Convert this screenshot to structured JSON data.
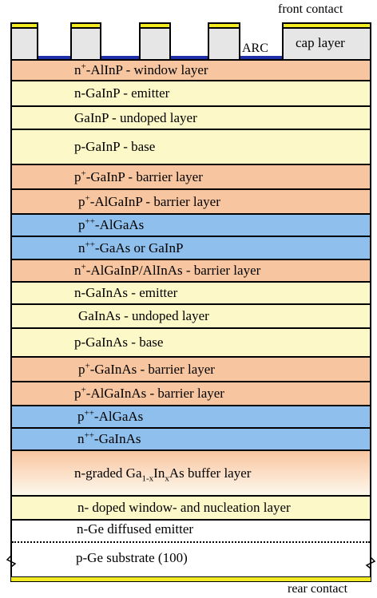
{
  "labels": {
    "front_contact": "front contact",
    "rear_contact": "rear contact",
    "arc": "ARC",
    "cap_layer": "cap layer"
  },
  "layers": [
    {
      "pre": "n",
      "sup": "+",
      "post": "-AlInP - window layer"
    },
    {
      "pre": "n-GaInP - emitter",
      "sup": "",
      "post": ""
    },
    {
      "pre": "GaInP - undoped layer",
      "sup": "",
      "post": ""
    },
    {
      "pre": "p-GaInP - base",
      "sup": "",
      "post": ""
    },
    {
      "pre": "p",
      "sup": "+",
      "post": "-GaInP - barrier layer"
    },
    {
      "pre": "p",
      "sup": "+",
      "post": "-AlGaInP - barrier layer"
    },
    {
      "pre": "p",
      "sup": "++",
      "post": "-AlGaAs"
    },
    {
      "pre": "n",
      "sup": "++",
      "post": "-GaAs or GaInP"
    },
    {
      "pre": "n",
      "sup": "+",
      "post": "-AlGaInP/AlInAs - barrier layer"
    },
    {
      "pre": "n-GaInAs - emitter",
      "sup": "",
      "post": ""
    },
    {
      "pre": "GaInAs - undoped layer",
      "sup": "",
      "post": ""
    },
    {
      "pre": "p-GaInAs - base",
      "sup": "",
      "post": ""
    },
    {
      "pre": "p",
      "sup": "+",
      "post": "-GaInAs - barrier layer"
    },
    {
      "pre": "p",
      "sup": "+",
      "post": "-AlGaInAs - barrier layer"
    },
    {
      "pre": "p",
      "sup": "++",
      "post": "-AlGaAs"
    },
    {
      "pre": "n",
      "sup": "++",
      "post": "-GaInAs"
    },
    {
      "buffer": true,
      "a": "n-graded Ga",
      "s1": "1-x",
      "b": "In",
      "s2": "x",
      "c": "As buffer layer"
    },
    {
      "pre": "n- doped window- and nucleation layer",
      "sup": "",
      "post": ""
    },
    {
      "pre": "n-Ge diffused emitter",
      "sup": "",
      "post": ""
    },
    {
      "pre": "p-Ge substrate (100)",
      "sup": "",
      "post": ""
    }
  ],
  "colors": {
    "window": "#f7c6a0",
    "light": "#fdf8c8",
    "tunnel": "#8fbfec",
    "contact": "#f2ea22",
    "arc": "#1f2fa8",
    "cap": "#e6e6e6"
  }
}
